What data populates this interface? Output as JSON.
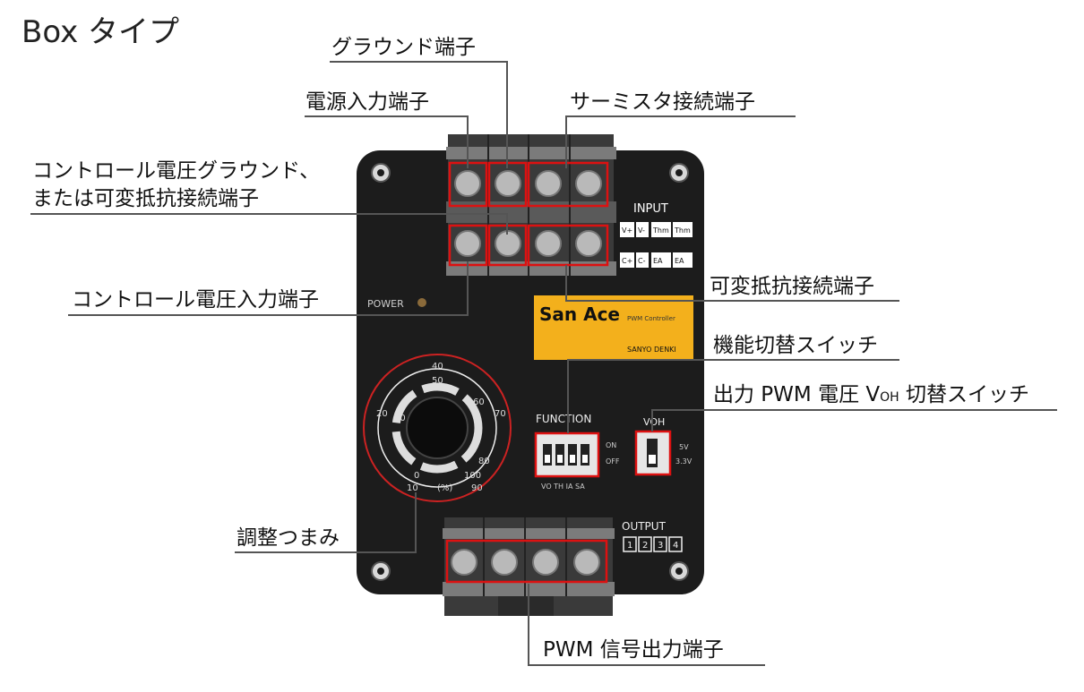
{
  "title": "Box タイプ",
  "callouts": {
    "ground_terminal": "グラウンド端子",
    "power_input_terminal": "電源入力端子",
    "thermistor_terminal": "サーミスタ接続端子",
    "control_ground_line1": "コントロール電圧グラウンド、",
    "control_ground_line2": "または可変抵抗接続端子",
    "control_voltage_input": "コントロール電圧入力端子",
    "variable_resistor_terminal": "可変抵抗接続端子",
    "function_switch": "機能切替スイッチ",
    "output_pwm_prefix": "出力 PWM 電圧 V",
    "output_pwm_sub": "OH",
    "output_pwm_suffix": " 切替スイッチ",
    "adjust_knob": "調整つまみ",
    "pwm_output_terminal": "PWM 信号出力端子"
  },
  "device": {
    "power_label": "POWER",
    "input_label": "INPUT",
    "input_top_row": [
      "V+",
      "V-",
      "Thm",
      "Thm"
    ],
    "input_bottom_row": [
      "C+",
      "C-",
      "EA",
      "EA"
    ],
    "brand": "San Ace",
    "brand_sub": "PWM Controller",
    "maker": "SANYO DENKI",
    "function_label": "FUNCTION",
    "on_label": "ON",
    "off_label": "OFF",
    "function_bottom": "VO TH IA SA",
    "voh_label": "VOH",
    "voh_5v": "5V",
    "voh_33v": "3.3V",
    "output_label": "OUTPUT",
    "output_numbers": [
      "1",
      "2",
      "3",
      "4"
    ],
    "dial_ticks": [
      "40",
      "50",
      "60",
      "70",
      "80",
      "90",
      "100",
      "0",
      "10",
      "20",
      "30"
    ],
    "dial_unit": "(%)"
  }
}
